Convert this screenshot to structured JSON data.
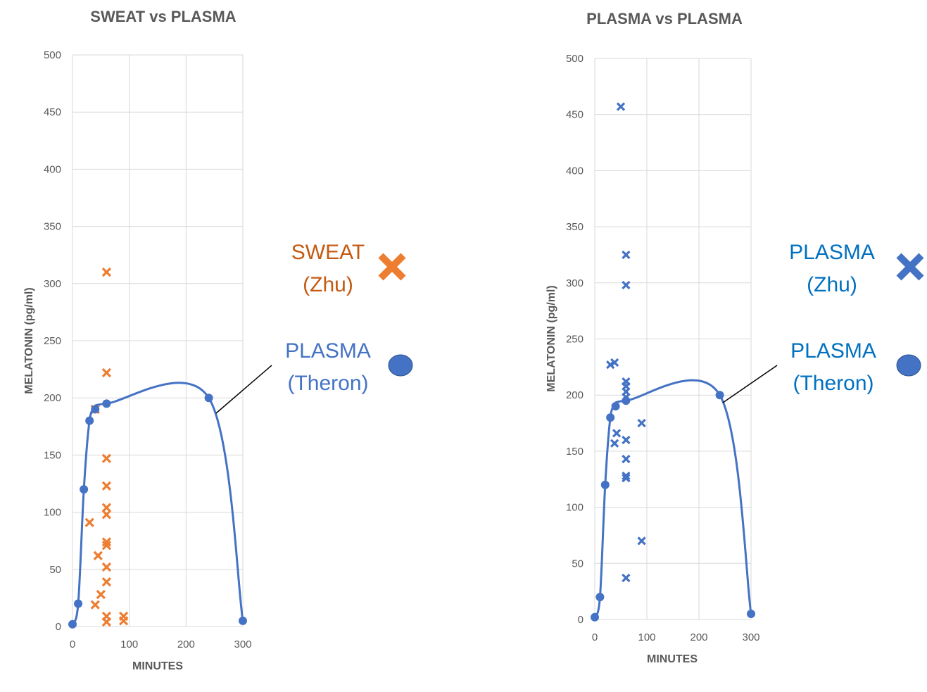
{
  "colors": {
    "plasma_theron": "#4472C4",
    "sweat_zhu": "#ED7D31",
    "sweat_legend_text": "#C55A11",
    "plasma_zhu_legend_text": "#0070C0",
    "plasma_theron_legend_text_right": "#0070C0",
    "grid": "#D9D9D9",
    "text": "#595959"
  },
  "chart_data": [
    {
      "type": "scatter",
      "title": "SWEAT vs PLASMA",
      "xlabel": "MINUTES",
      "ylabel": "MELATONIN (pg/ml)",
      "xlim": [
        0,
        300
      ],
      "ylim": [
        0,
        500
      ],
      "xticks": [
        0,
        100,
        200,
        300
      ],
      "yticks": [
        0,
        50,
        100,
        150,
        200,
        250,
        300,
        350,
        400,
        450,
        500
      ],
      "grid": true,
      "series": [
        {
          "name": "SWEAT (Zhu)",
          "marker": "x",
          "points": [
            [
              30,
              91
            ],
            [
              40,
              190
            ],
            [
              45,
              62
            ],
            [
              40,
              19
            ],
            [
              50,
              28
            ],
            [
              60,
              310
            ],
            [
              60,
              222
            ],
            [
              60,
              147
            ],
            [
              60,
              123
            ],
            [
              60,
              104
            ],
            [
              60,
              98
            ],
            [
              60,
              74
            ],
            [
              60,
              71
            ],
            [
              60,
              52
            ],
            [
              60,
              39
            ],
            [
              60,
              9
            ],
            [
              60,
              4
            ],
            [
              90,
              9
            ],
            [
              90,
              5
            ]
          ]
        },
        {
          "name": "PLASMA (Theron)",
          "marker": "circle",
          "smooth_line": true,
          "points": [
            [
              0,
              2
            ],
            [
              10,
              20
            ],
            [
              20,
              120
            ],
            [
              30,
              180
            ],
            [
              40,
              190
            ],
            [
              60,
              195
            ],
            [
              240,
              200
            ],
            [
              300,
              5
            ]
          ]
        }
      ],
      "legend": [
        {
          "line1": "SWEAT",
          "line2": "(Zhu)",
          "marker": "x"
        },
        {
          "line1": "PLASMA",
          "line2": "(Theron)",
          "marker": "circle"
        }
      ]
    },
    {
      "type": "scatter",
      "title": "PLASMA vs PLASMA",
      "xlabel": "MINUTES",
      "ylabel": "MELATONIN (pg/ml)",
      "xlim": [
        0,
        300
      ],
      "ylim": [
        0,
        500
      ],
      "xticks": [
        0,
        100,
        200,
        300
      ],
      "yticks": [
        0,
        50,
        100,
        150,
        200,
        250,
        300,
        350,
        400,
        450,
        500
      ],
      "grid": true,
      "series": [
        {
          "name": "PLASMA (Zhu)",
          "marker": "x",
          "points": [
            [
              30,
              227
            ],
            [
              38,
              229
            ],
            [
              42,
              166
            ],
            [
              38,
              157
            ],
            [
              60,
              212
            ],
            [
              60,
              208
            ],
            [
              60,
              203
            ],
            [
              60,
              198
            ],
            [
              60,
              160
            ],
            [
              60,
              143
            ],
            [
              60,
              128
            ],
            [
              60,
              126
            ],
            [
              60,
              37
            ],
            [
              90,
              175
            ],
            [
              90,
              70
            ],
            [
              60,
              325
            ],
            [
              60,
              298
            ],
            [
              50,
              457
            ]
          ]
        },
        {
          "name": "PLASMA (Theron)",
          "marker": "circle",
          "smooth_line": true,
          "points": [
            [
              0,
              2
            ],
            [
              10,
              20
            ],
            [
              20,
              120
            ],
            [
              30,
              180
            ],
            [
              40,
              190
            ],
            [
              60,
              195
            ],
            [
              240,
              200
            ],
            [
              300,
              5
            ]
          ]
        }
      ],
      "legend": [
        {
          "line1": "PLASMA",
          "line2": "(Zhu)",
          "marker": "x"
        },
        {
          "line1": "PLASMA",
          "line2": "(Theron)",
          "marker": "circle"
        }
      ]
    }
  ]
}
